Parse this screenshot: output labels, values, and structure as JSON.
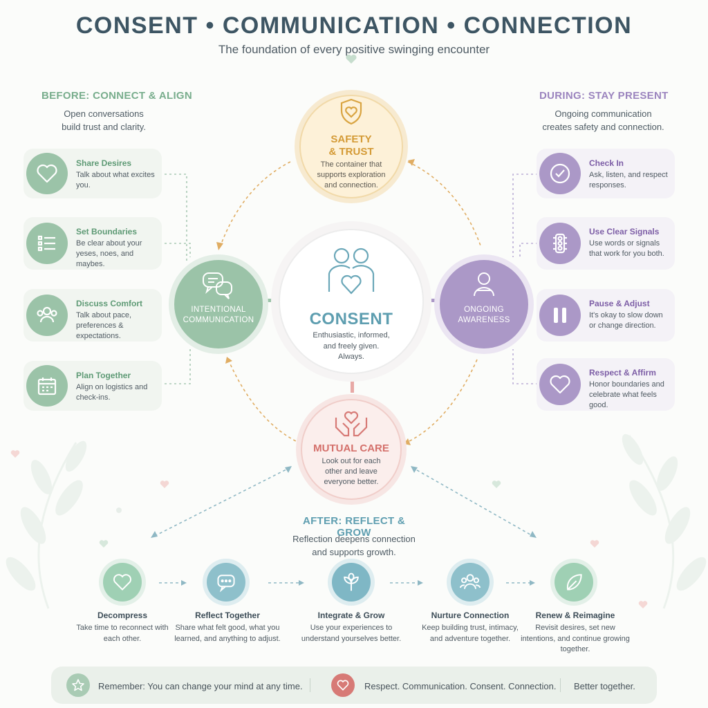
{
  "header": {
    "title": "CONSENT • COMMUNICATION • CONNECTION",
    "subtitle": "The foundation of every positive swinging encounter"
  },
  "before": {
    "heading": "BEFORE: CONNECT & ALIGN",
    "desc_line1": "Open conversations",
    "desc_line2": "build trust and clarity.",
    "cards": [
      {
        "title": "Share Desires",
        "desc": "Talk about what excites you.",
        "icon": "heart-icon"
      },
      {
        "title": "Set Boundaries",
        "desc": "Be clear about your yeses, noes, and maybes.",
        "icon": "checklist-icon"
      },
      {
        "title": "Discuss Comfort",
        "desc": "Talk about pace, preferences & expectations.",
        "icon": "people-icon"
      },
      {
        "title": "Plan Together",
        "desc": "Align on logistics and check-ins.",
        "icon": "calendar-icon"
      }
    ]
  },
  "during": {
    "heading": "DURING: STAY PRESENT",
    "desc_line1": "Ongoing communication",
    "desc_line2": "creates safety and connection.",
    "cards": [
      {
        "title": "Check In",
        "desc": "Ask, listen, and respect responses.",
        "icon": "check-circle-icon"
      },
      {
        "title": "Use Clear Signals",
        "desc": "Use words or signals that work for you both.",
        "icon": "traffic-light-icon"
      },
      {
        "title": "Pause & Adjust",
        "desc": "It's okay to slow down or change direction.",
        "icon": "pause-icon"
      },
      {
        "title": "Respect & Affirm",
        "desc": "Honor boundaries and celebrate what feels good.",
        "icon": "heart-icon"
      }
    ]
  },
  "center": {
    "safety": {
      "title_line1": "SAFETY",
      "title_line2": "& TRUST",
      "desc": "The container that supports exploration and connection."
    },
    "consent": {
      "title": "CONSENT",
      "desc": "Enthusiastic, informed, and freely given. Always."
    },
    "intentional": {
      "line1": "INTENTIONAL",
      "line2": "COMMUNICATION"
    },
    "ongoing": {
      "line1": "ONGOING",
      "line2": "AWARENESS"
    },
    "mutual": {
      "title": "MUTUAL CARE",
      "desc": "Look out for each other and leave everyone better."
    }
  },
  "after": {
    "heading": "AFTER: REFLECT & GROW",
    "desc_line1": "Reflection deepens connection",
    "desc_line2": "and supports growth.",
    "steps": [
      {
        "title": "Decompress",
        "desc": "Take time to reconnect with each other.",
        "icon": "heart-icon"
      },
      {
        "title": "Reflect Together",
        "desc": "Share what felt good, what you learned, and anything to adjust.",
        "icon": "speech-bubble-icon"
      },
      {
        "title": "Integrate & Grow",
        "desc": "Use your experiences to understand yourselves better.",
        "icon": "sprout-icon"
      },
      {
        "title": "Nurture Connection",
        "desc": "Keep building trust, intimacy, and adventure together.",
        "icon": "group-icon"
      },
      {
        "title": "Renew & Reimagine",
        "desc": "Revisit desires, set new intentions, and continue growing together.",
        "icon": "leaf-icon"
      }
    ]
  },
  "footer": {
    "remember": "Remember: You can change your mind at any time.",
    "values": "Respect. Communication. Consent. Connection.",
    "closing": "Better together."
  },
  "colors": {
    "green": "#9bc3a8",
    "purple": "#ab98c7",
    "gold": "#d9a441",
    "teal": "#6aa7b8",
    "coral": "#d77a76"
  }
}
